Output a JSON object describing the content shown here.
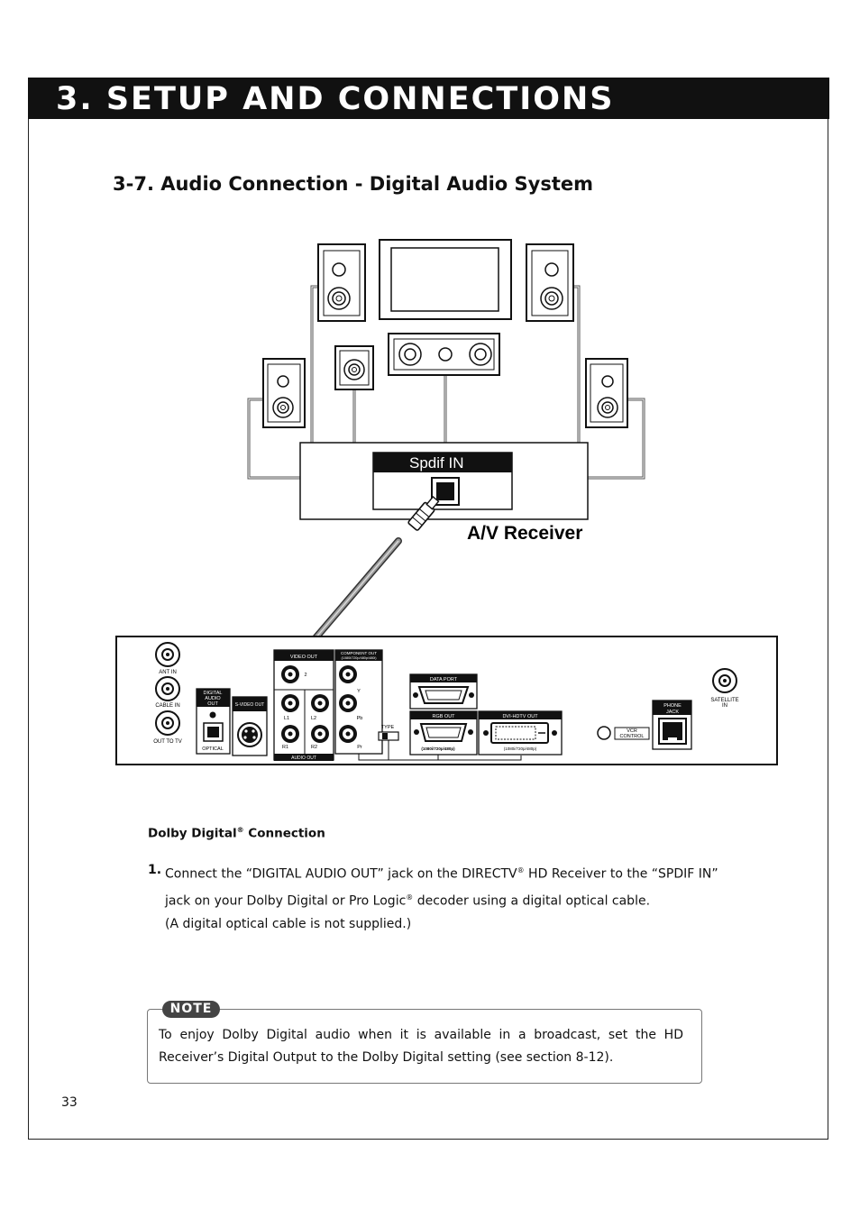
{
  "header": {
    "title": "3. SETUP AND CONNECTIONS"
  },
  "section": {
    "title": "3-7.  Audio Connection - Digital Audio System"
  },
  "diagram": {
    "spdif_label": "Spdif IN",
    "receiver_label": "A/V Receiver",
    "rear_panel": {
      "ant_in": "ANT IN",
      "cable_in": "CABLE IN",
      "out_to_tv": "OUT TO TV",
      "digital_audio_out": [
        "DIGITAL",
        "AUDIO",
        "OUT"
      ],
      "optical": "OPTICAL",
      "svideo_out": "S-VIDEO OUT",
      "video_out": "VIDEO OUT",
      "component_out": "COMPONENT OUT",
      "component_res": "(1080i/720p/480p/480i)",
      "audio_out": "AUDIO OUT",
      "jack_2": "2",
      "jack_l1": "L1",
      "jack_l2": "L2",
      "jack_r1": "R1",
      "jack_r2": "R2",
      "jack_y": "Y",
      "jack_pb": "Pb",
      "jack_pr": "Pr",
      "type": "TYPE",
      "data_port": "DATA PORT",
      "rgb_out": "RGB OUT",
      "rgb_res": "(1080i/720p/480p)",
      "dvi_out": "DVI-HDTV OUT",
      "dvi_res": "(1080i/720p/480p)",
      "vcr_control": [
        "VCR",
        "CONTROL"
      ],
      "phone_jack": [
        "PHONE",
        "JACK"
      ],
      "satellite_in": [
        "SATELLITE",
        "IN"
      ]
    }
  },
  "connection": {
    "heading_main": "Dolby Digital",
    "heading_reg": "®",
    "heading_tail": " Connection",
    "step_number": "1.",
    "line1_a": "Connect the “DIGITAL AUDIO OUT” jack on the DIRECTV",
    "line1_reg": "®",
    "line1_b": " HD Receiver to the “SPDIF IN”",
    "line2_a": "jack on your Dolby Digital or Pro Logic",
    "line2_reg": "®",
    "line2_b": " decoder using a digital optical cable.",
    "line3": "(A digital optical cable is not supplied.)"
  },
  "note": {
    "badge": "NOTE",
    "text": "To enjoy Dolby Digital audio when it is available in a broadcast, set the HD Receiver’s Digital Output to the Dolby Digital setting (see section 8-12)."
  },
  "footer": {
    "page_number": "33"
  }
}
